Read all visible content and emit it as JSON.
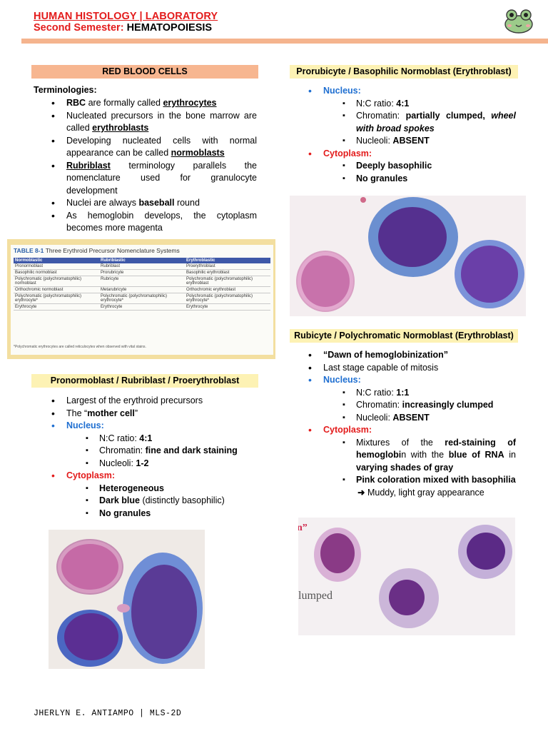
{
  "header": {
    "title": "HUMAN HISTOLOGY | LABORATORY",
    "subtitle_prefix": "Second Semester:",
    "subtitle_topic": "HEMATOPOIESIS",
    "mascot_icon": "frog-icon"
  },
  "rbc": {
    "heading": "RED BLOOD CELLS",
    "terminologies_label": "Terminologies:",
    "items": {
      "i1_a": "RBC",
      "i1_b": " are formally called ",
      "i1_c": "erythrocytes",
      "i2_a": "Nucleated precursors in the bone marrow are called ",
      "i2_b": "erythroblasts",
      "i3_a": "Developing nucleated cells with normal appearance can be called ",
      "i3_b": "normoblasts",
      "i4_a": "Rubriblast",
      "i4_b": " terminology parallels the nomenclature used for granulocyte development",
      "i5_a": "Nuclei are always ",
      "i5_b": "baseball",
      "i5_c": " round",
      "i6": "As hemoglobin develops, the cytoplasm becomes more magenta"
    }
  },
  "table": {
    "title": "TABLE 8-1",
    "title_rest": "Three Erythroid Precursor Nomenclature Systems",
    "headers": [
      "Normoblastic",
      "Rubriblastic",
      "Erythroblastic"
    ],
    "rows": [
      [
        "Pronormoblast",
        "Rubriblast",
        "Proerythroblast"
      ],
      [
        "Basophilic normoblast",
        "Prorubricyte",
        "Basophilic erythroblast"
      ],
      [
        "Polychromatic (polychromatophilic) normoblast",
        "Rubricyte",
        "Polychromatic (polychromatophilic) erythroblast"
      ],
      [
        "Orthochromic normoblast",
        "Metarubricyte",
        "Orthochromic erythroblast"
      ],
      [
        "Polychromatic (polychromatophilic) erythrocyte*",
        "Polychromatic (polychromatophilic) erythrocyte*",
        "Polychromatic (polychromatophilic) erythrocyte*"
      ],
      [
        "Erythrocyte",
        "Erythrocyte",
        "Erythrocyte"
      ]
    ],
    "footnote": "*Polychromatic erythrocytes are called reticulocytes when observed with vital stains."
  },
  "pronormo": {
    "heading": "Pronormoblast / Rubriblast / Proerythroblast",
    "p1": "Largest of the erythroid precursors",
    "p2_a": "The “",
    "p2_b": "mother cell",
    "p2_c": "”",
    "nucleus_label": "Nucleus:",
    "nc_label": "N:C ratio: ",
    "nc_value": "4:1",
    "chromatin_label": "Chromatin: ",
    "chromatin_value": "fine and dark staining",
    "nucleoli_label": "Nucleoli: ",
    "nucleoli_value": "1-2",
    "cytoplasm_label": "Cytoplasm:",
    "c1": "Heterogeneous",
    "c2_a": "Dark blue",
    "c2_b": " (distinctly basophilic)",
    "c3": "No granules"
  },
  "prorubi": {
    "heading": "Prorubicyte / Basophilic Normoblast (Erythroblast)",
    "nucleus_label": "Nucleus:",
    "nc_label": "N:C ratio: ",
    "nc_value": "4:1",
    "chromatin_label": "Chromatin: ",
    "chromatin_value_a": "partially clumped, ",
    "chromatin_value_b": "wheel with broad spokes",
    "nucleoli_label": "Nucleoli: ",
    "nucleoli_value": "ABSENT",
    "cytoplasm_label": "Cytoplasm:",
    "c1": "Deeply basophilic",
    "c2": "No granules"
  },
  "rubi": {
    "heading": "Rubicyte / Polychromatic Normoblast (Erythroblast)",
    "p1": "“Dawn of hemoglobinization”",
    "p2": "Last stage capable of mitosis",
    "nucleus_label": "Nucleus:",
    "nc_label": "N:C ratio: ",
    "nc_value": "1:1",
    "chromatin_label": "Chromatin: ",
    "chromatin_value": "increasingly clumped",
    "nucleoli_label": "Nucleoli: ",
    "nucleoli_value": "ABSENT",
    "cytoplasm_label": "Cytoplasm:",
    "c1_a": "Mixtures of the ",
    "c1_b": "red-staining of hemoglobi",
    "c1_c": "n with the ",
    "c1_d": "blue of RNA",
    "c1_e": " in ",
    "c1_f": "varying shades of gray",
    "c2": "Pink coloration mixed with basophilia",
    "c3": "Muddy, light gray appearance",
    "image_fragment_1": "n”",
    "image_fragment_2": "lumped"
  },
  "footer": {
    "author": "JHERLYN E. ANTIAMPO | MLS-2D"
  },
  "colors": {
    "header_red": "#e31b1b",
    "section_orange": "#f7b690",
    "section_yellow": "#fdf2b4",
    "nucleus_blue": "#1f6fd1",
    "cytoplasm_red": "#e31b1b"
  }
}
